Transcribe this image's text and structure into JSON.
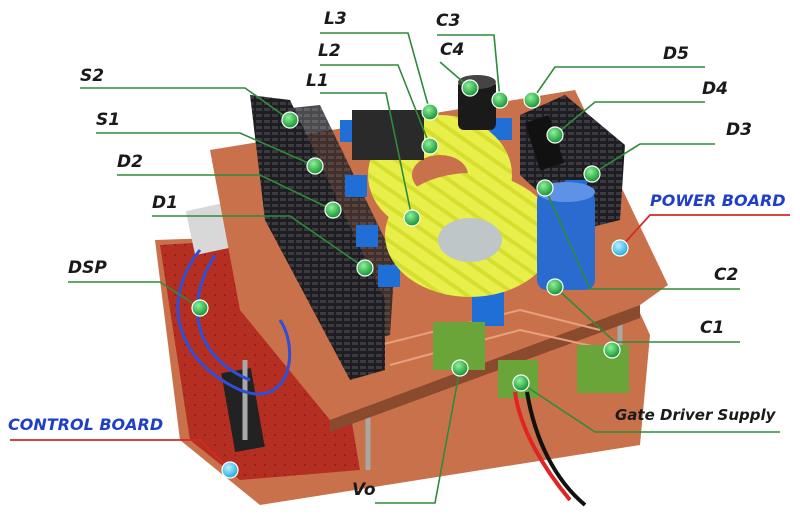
{
  "labels": {
    "s2": "S2",
    "s1": "S1",
    "d2": "D2",
    "d1": "D1",
    "dsp": "DSP",
    "control_board": "CONTROL BOARD",
    "l3": "L3",
    "l2": "L2",
    "l1": "L1",
    "c3": "C3",
    "c4": "C4",
    "d5": "D5",
    "d4": "D4",
    "d3": "D3",
    "power_board": "POWER BOARD",
    "c2": "C2",
    "c1": "C1",
    "gate_driver_supply": "Gate Driver Supply",
    "vo": "Vo"
  },
  "colors": {
    "leader_line": "#2e8b3a",
    "marker_dot": "#27b045",
    "board_callout_line": "#d42a2a",
    "board_marker": "#3cc0e8",
    "board_label": "#1f3fc8",
    "pcb_copper": "#c9714a",
    "control_pcb": "#b52e22",
    "heatsink": "#1e1e22",
    "inductor": "#e8ef4a",
    "capacitor": "#2a6bd0",
    "connector_blue": "#1f6fd6",
    "connector_green": "#6aa53a"
  }
}
